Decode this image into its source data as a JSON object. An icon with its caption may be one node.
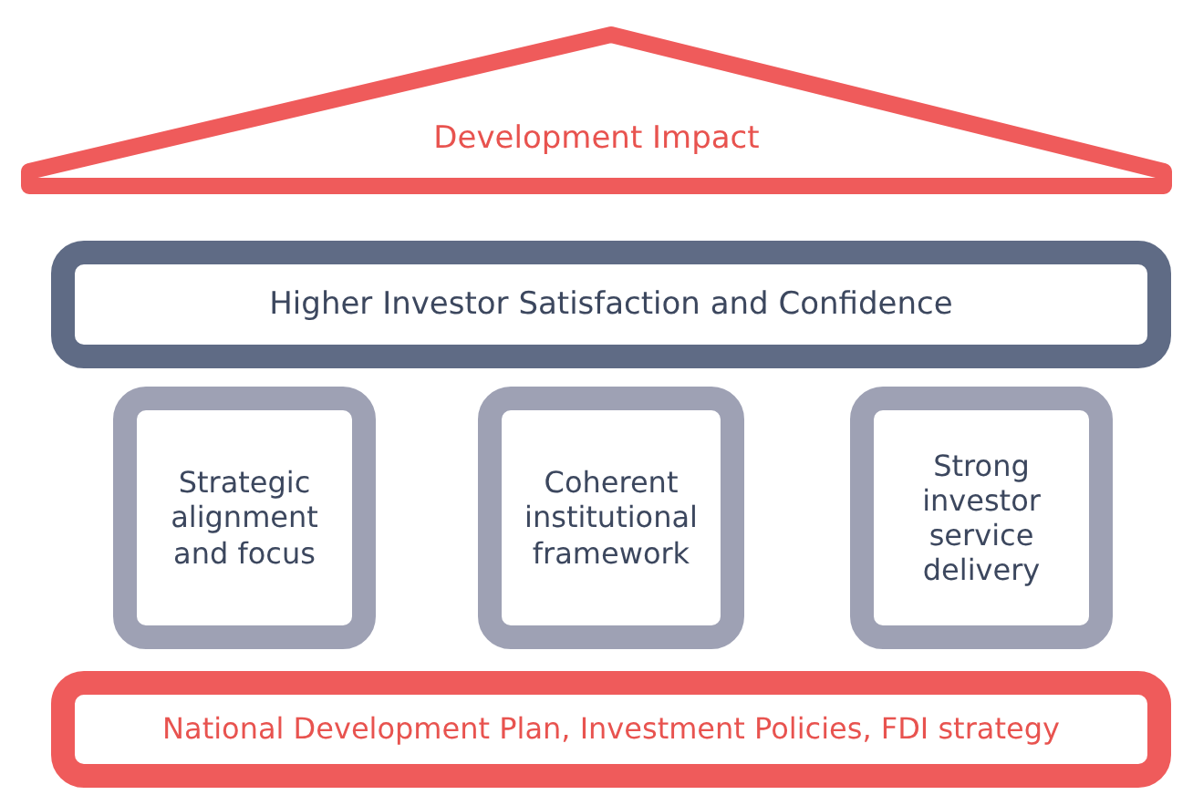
{
  "diagram": {
    "nodes": [
      {
        "text": [
          "Development Impact"
        ]
      },
      {
        "text": [
          "Higher Investor Satisfaction and Confidence"
        ]
      },
      {
        "text": [
          "Strategic alignment and focus"
        ]
      },
      {
        "text": [
          "Coherent institutional framework"
        ]
      },
      {
        "text": [
          "Strong investor service delivery"
        ]
      },
      {
        "text": [
          "National Development Plan, Investment Policies, FDI strategy"
        ]
      }
    ]
  }
}
